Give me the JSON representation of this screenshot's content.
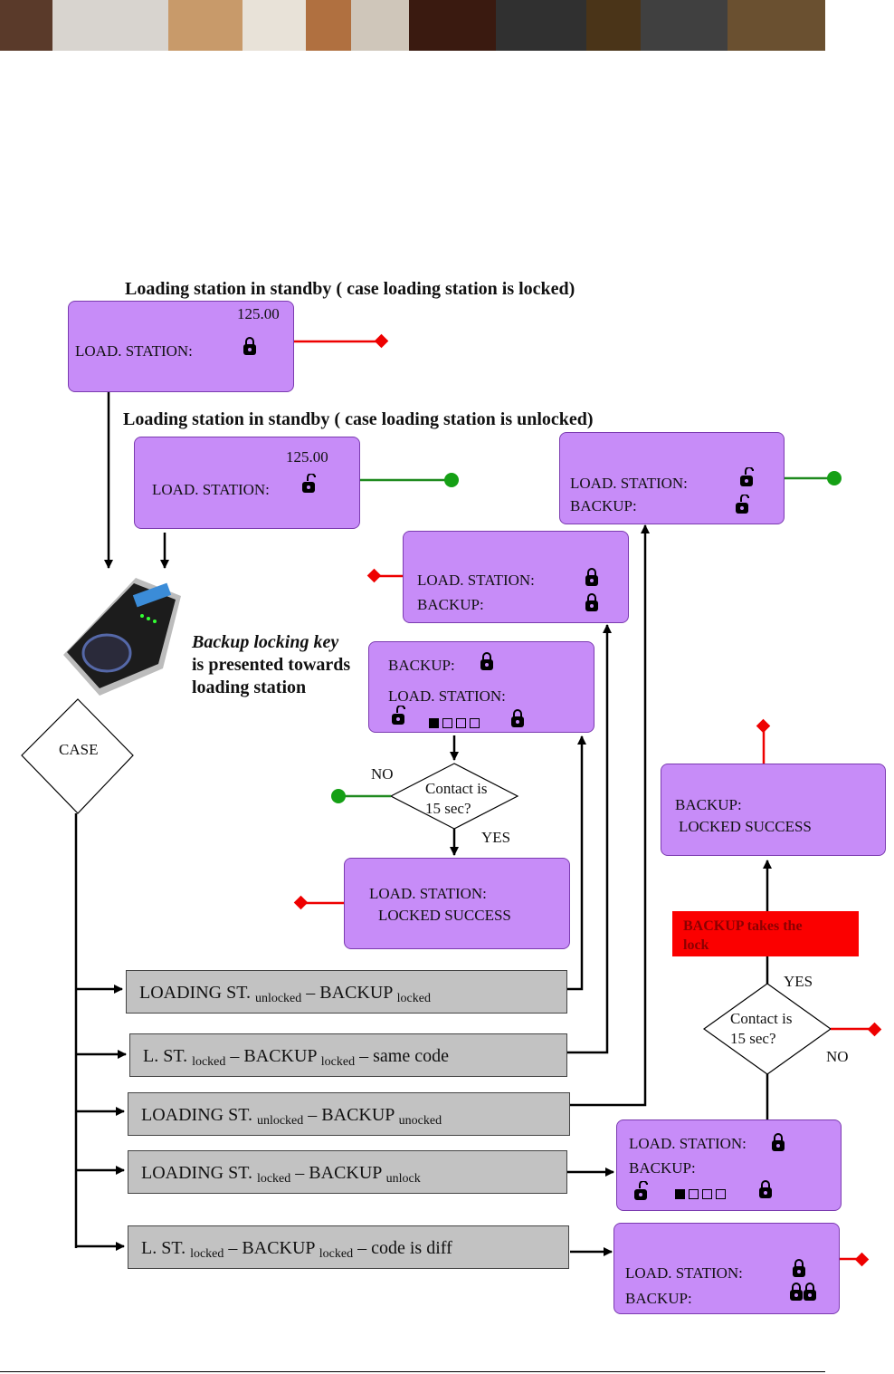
{
  "banner": {
    "tiles": [
      {
        "name": "nespresso-logo-tile",
        "color": "#5a3a2a"
      },
      {
        "name": "coffee-cups-tile",
        "color": "#d8d4cf"
      },
      {
        "name": "call-center-tile",
        "color": "#c89a6a"
      },
      {
        "name": "espresso-cup-tile",
        "color": "#e8e2d8"
      },
      {
        "name": "latte-tile",
        "color": "#b07040"
      },
      {
        "name": "cappuccino-tile",
        "color": "#cfc6ba"
      },
      {
        "name": "capsule-tile",
        "color": "#3a1a10"
      },
      {
        "name": "machine-detail-tile",
        "color": "#303030"
      },
      {
        "name": "champagne-tile",
        "color": "#4a3418"
      },
      {
        "name": "machines-tile",
        "color": "#404040"
      },
      {
        "name": "nespresso-pattern-tile",
        "color": "#6a5030"
      }
    ]
  },
  "captions": {
    "locked": "Loading station in standby ( case loading station is locked)",
    "unlocked": "Loading station in standby ( case loading station is unlocked)"
  },
  "boxes": {
    "top_locked": {
      "amount": "125.00",
      "line1": "LOAD. STATION:"
    },
    "top_unlocked": {
      "amount": "125.00",
      "line1": "LOAD. STATION:"
    },
    "right_unlocked": {
      "line1": "LOAD. STATION:",
      "line2": "BACKUP:"
    },
    "mid_locked": {
      "line1": "LOAD. STATION:",
      "line2": "BACKUP:"
    },
    "backup_process": {
      "line1": "BACKUP:",
      "line2": "LOAD. STATION:"
    },
    "ls_locked_success": {
      "line1": "LOAD. STATION:",
      "line2": "LOCKED SUCCESS"
    },
    "backup_locked_success": {
      "line1": "BACKUP:",
      "line2": "LOCKED SUCCESS"
    },
    "ls_process": {
      "line1": "LOAD. STATION:",
      "line2": "BACKUP:"
    },
    "both_locked": {
      "line1": "LOAD. STATION:",
      "line2": "BACKUP:"
    }
  },
  "key_text": {
    "line1_italic": "Backup locking  key",
    "line2": "is presented towards",
    "line3": "loading station"
  },
  "case_label": "CASE",
  "decision1": {
    "line1": "Contact is",
    "line2": "15 sec?",
    "no": "NO",
    "yes": "YES"
  },
  "decision2": {
    "line1": "Contact is",
    "line2": "15 sec?",
    "no": "NO",
    "yes": "YES"
  },
  "red_label": {
    "line1": "BACKUP takes the",
    "line2": "lock"
  },
  "cases": [
    {
      "a": "LOADING ST. ",
      "a_sub": "unlocked",
      "mid": " – BACKUP ",
      "b_sub": "locked",
      "tail": ""
    },
    {
      "a": "L. ST. ",
      "a_sub": "locked",
      "mid": " – BACKUP ",
      "b_sub": "locked",
      "tail": " – same code"
    },
    {
      "a": "LOADING ST. ",
      "a_sub": "unlocked",
      "mid": " – BACKUP ",
      "b_sub": "unocked",
      "tail": ""
    },
    {
      "a": "LOADING ST. ",
      "a_sub": "locked",
      "mid": " – BACKUP ",
      "b_sub": "unlock",
      "tail": ""
    },
    {
      "a": "L. ST. ",
      "a_sub": "locked",
      "mid": " – BACKUP ",
      "b_sub": "locked",
      "tail": " – code is diff"
    }
  ],
  "colors": {
    "box": "#c78cf8",
    "box_border": "#7b3bb0",
    "grey": "#c2c2c2",
    "red": "#ee0000",
    "green": "#1f8a1f"
  }
}
